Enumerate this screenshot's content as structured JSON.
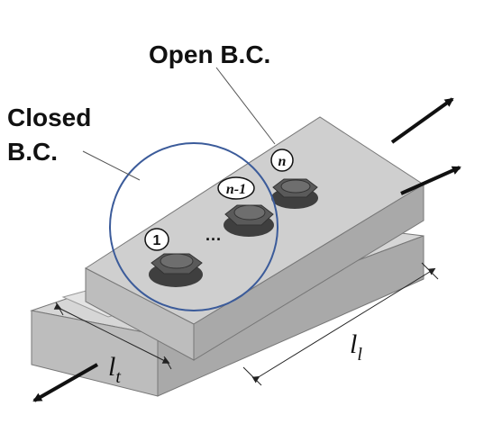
{
  "labels": {
    "open_bc": "Open B.C.",
    "closed_bc_line1": "Closed",
    "closed_bc_line2": "B.C.",
    "bolt_1": "1",
    "bolt_n_minus_1": "n-1",
    "bolt_n": "n",
    "ellipsis": "···",
    "dim_lt_base": "l",
    "dim_lt_sub": "t",
    "dim_ll_base": "l",
    "dim_ll_sub": "l"
  },
  "colors": {
    "plate_top": "#cfcfcf",
    "plate_side": "#a9a9a9",
    "plate_front": "#bdbdbd",
    "bolt": "#5a5a5a",
    "closed_bc_circle": "#3b5b9a",
    "arrow": "#111111"
  }
}
